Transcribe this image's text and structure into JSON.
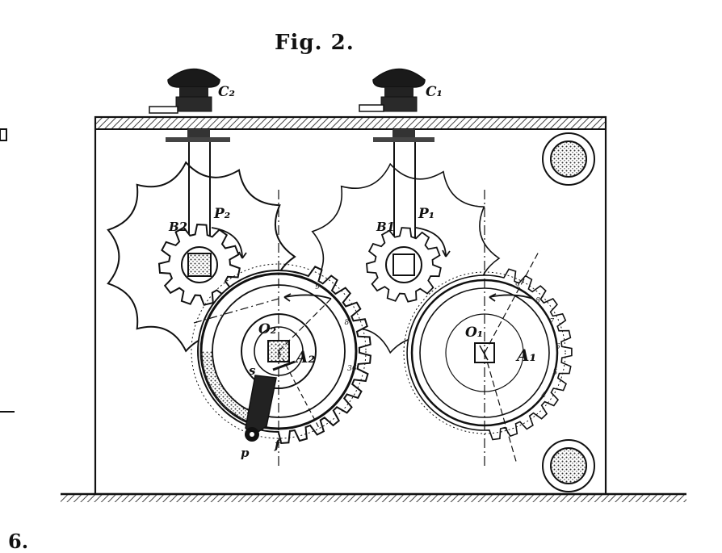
{
  "figure": {
    "title": "Fig. 2.",
    "page_number": "6."
  },
  "labels": {
    "c2": "C₂",
    "c1": "C₁",
    "b2": "B2",
    "p2": "P₂",
    "b1": "B1",
    "p1": "P₁",
    "o2": "O₂",
    "a2": "A₂",
    "o1": "O₁",
    "a1": "A₁",
    "p": "p",
    "f": "f",
    "s": "s"
  },
  "ticks_left": [
    "9",
    "8",
    "36"
  ],
  "ticks_right": [
    "9",
    "8",
    "7",
    "6",
    "5",
    "4"
  ],
  "colors": {
    "ink": "#111111",
    "paper": "#ffffff",
    "hatch": "#555555"
  }
}
